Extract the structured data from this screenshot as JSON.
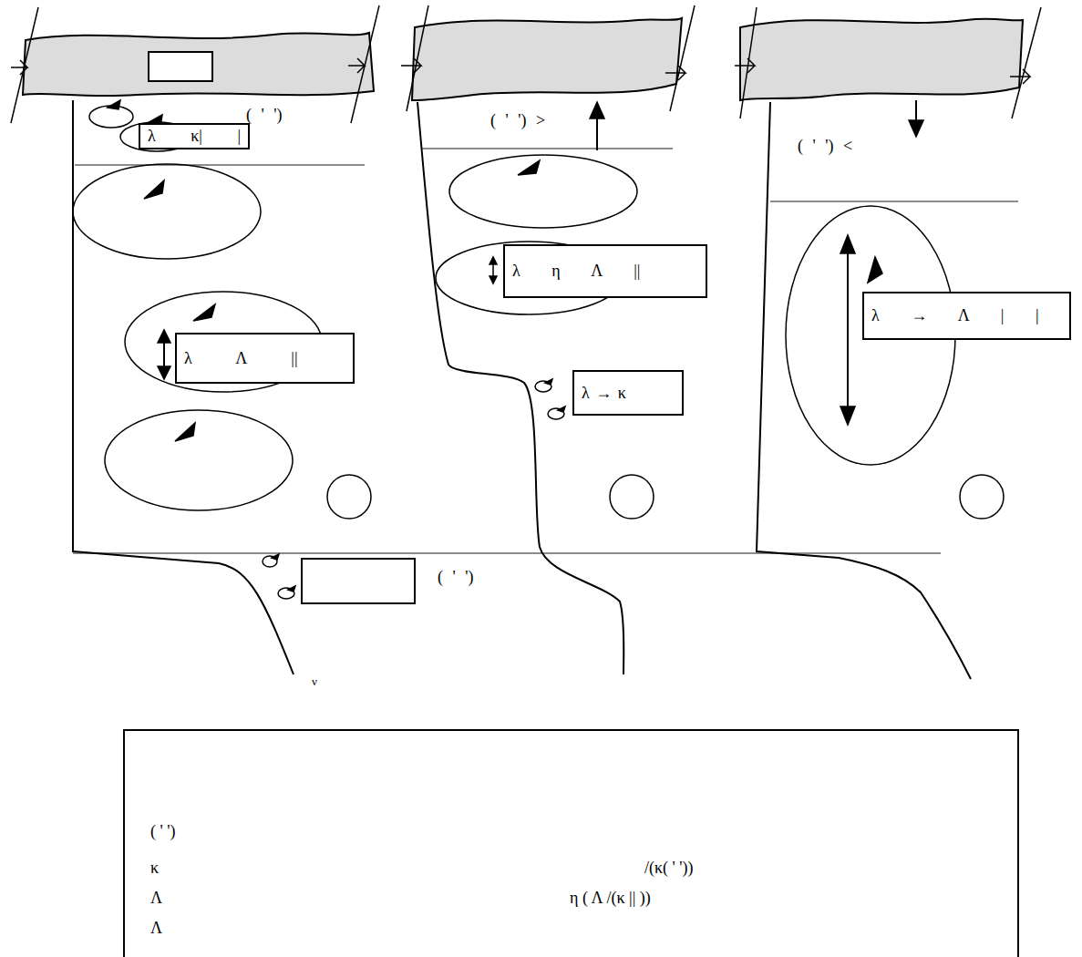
{
  "diagram": {
    "nodes": [
      {
        "text": [
          "λ κ| |"
        ]
      },
      {
        "text": [
          "λ Λ ||"
        ]
      },
      {
        "text": [
          "λ η Λ ||"
        ]
      },
      {
        "text": [
          "λ → κ"
        ]
      },
      {
        "text": [
          "λ → Λ | |"
        ]
      },
      {
        "text": [
          "( ' ')",
          "κ",
          "/(κ( ' '))",
          "Λ",
          "η ( Λ /(κ || ))",
          "Λ"
        ]
      }
    ],
    "labels": [
      "( ' ')",
      "( ' ') >",
      "( ' ') <",
      "( ' ')",
      "ν"
    ]
  }
}
